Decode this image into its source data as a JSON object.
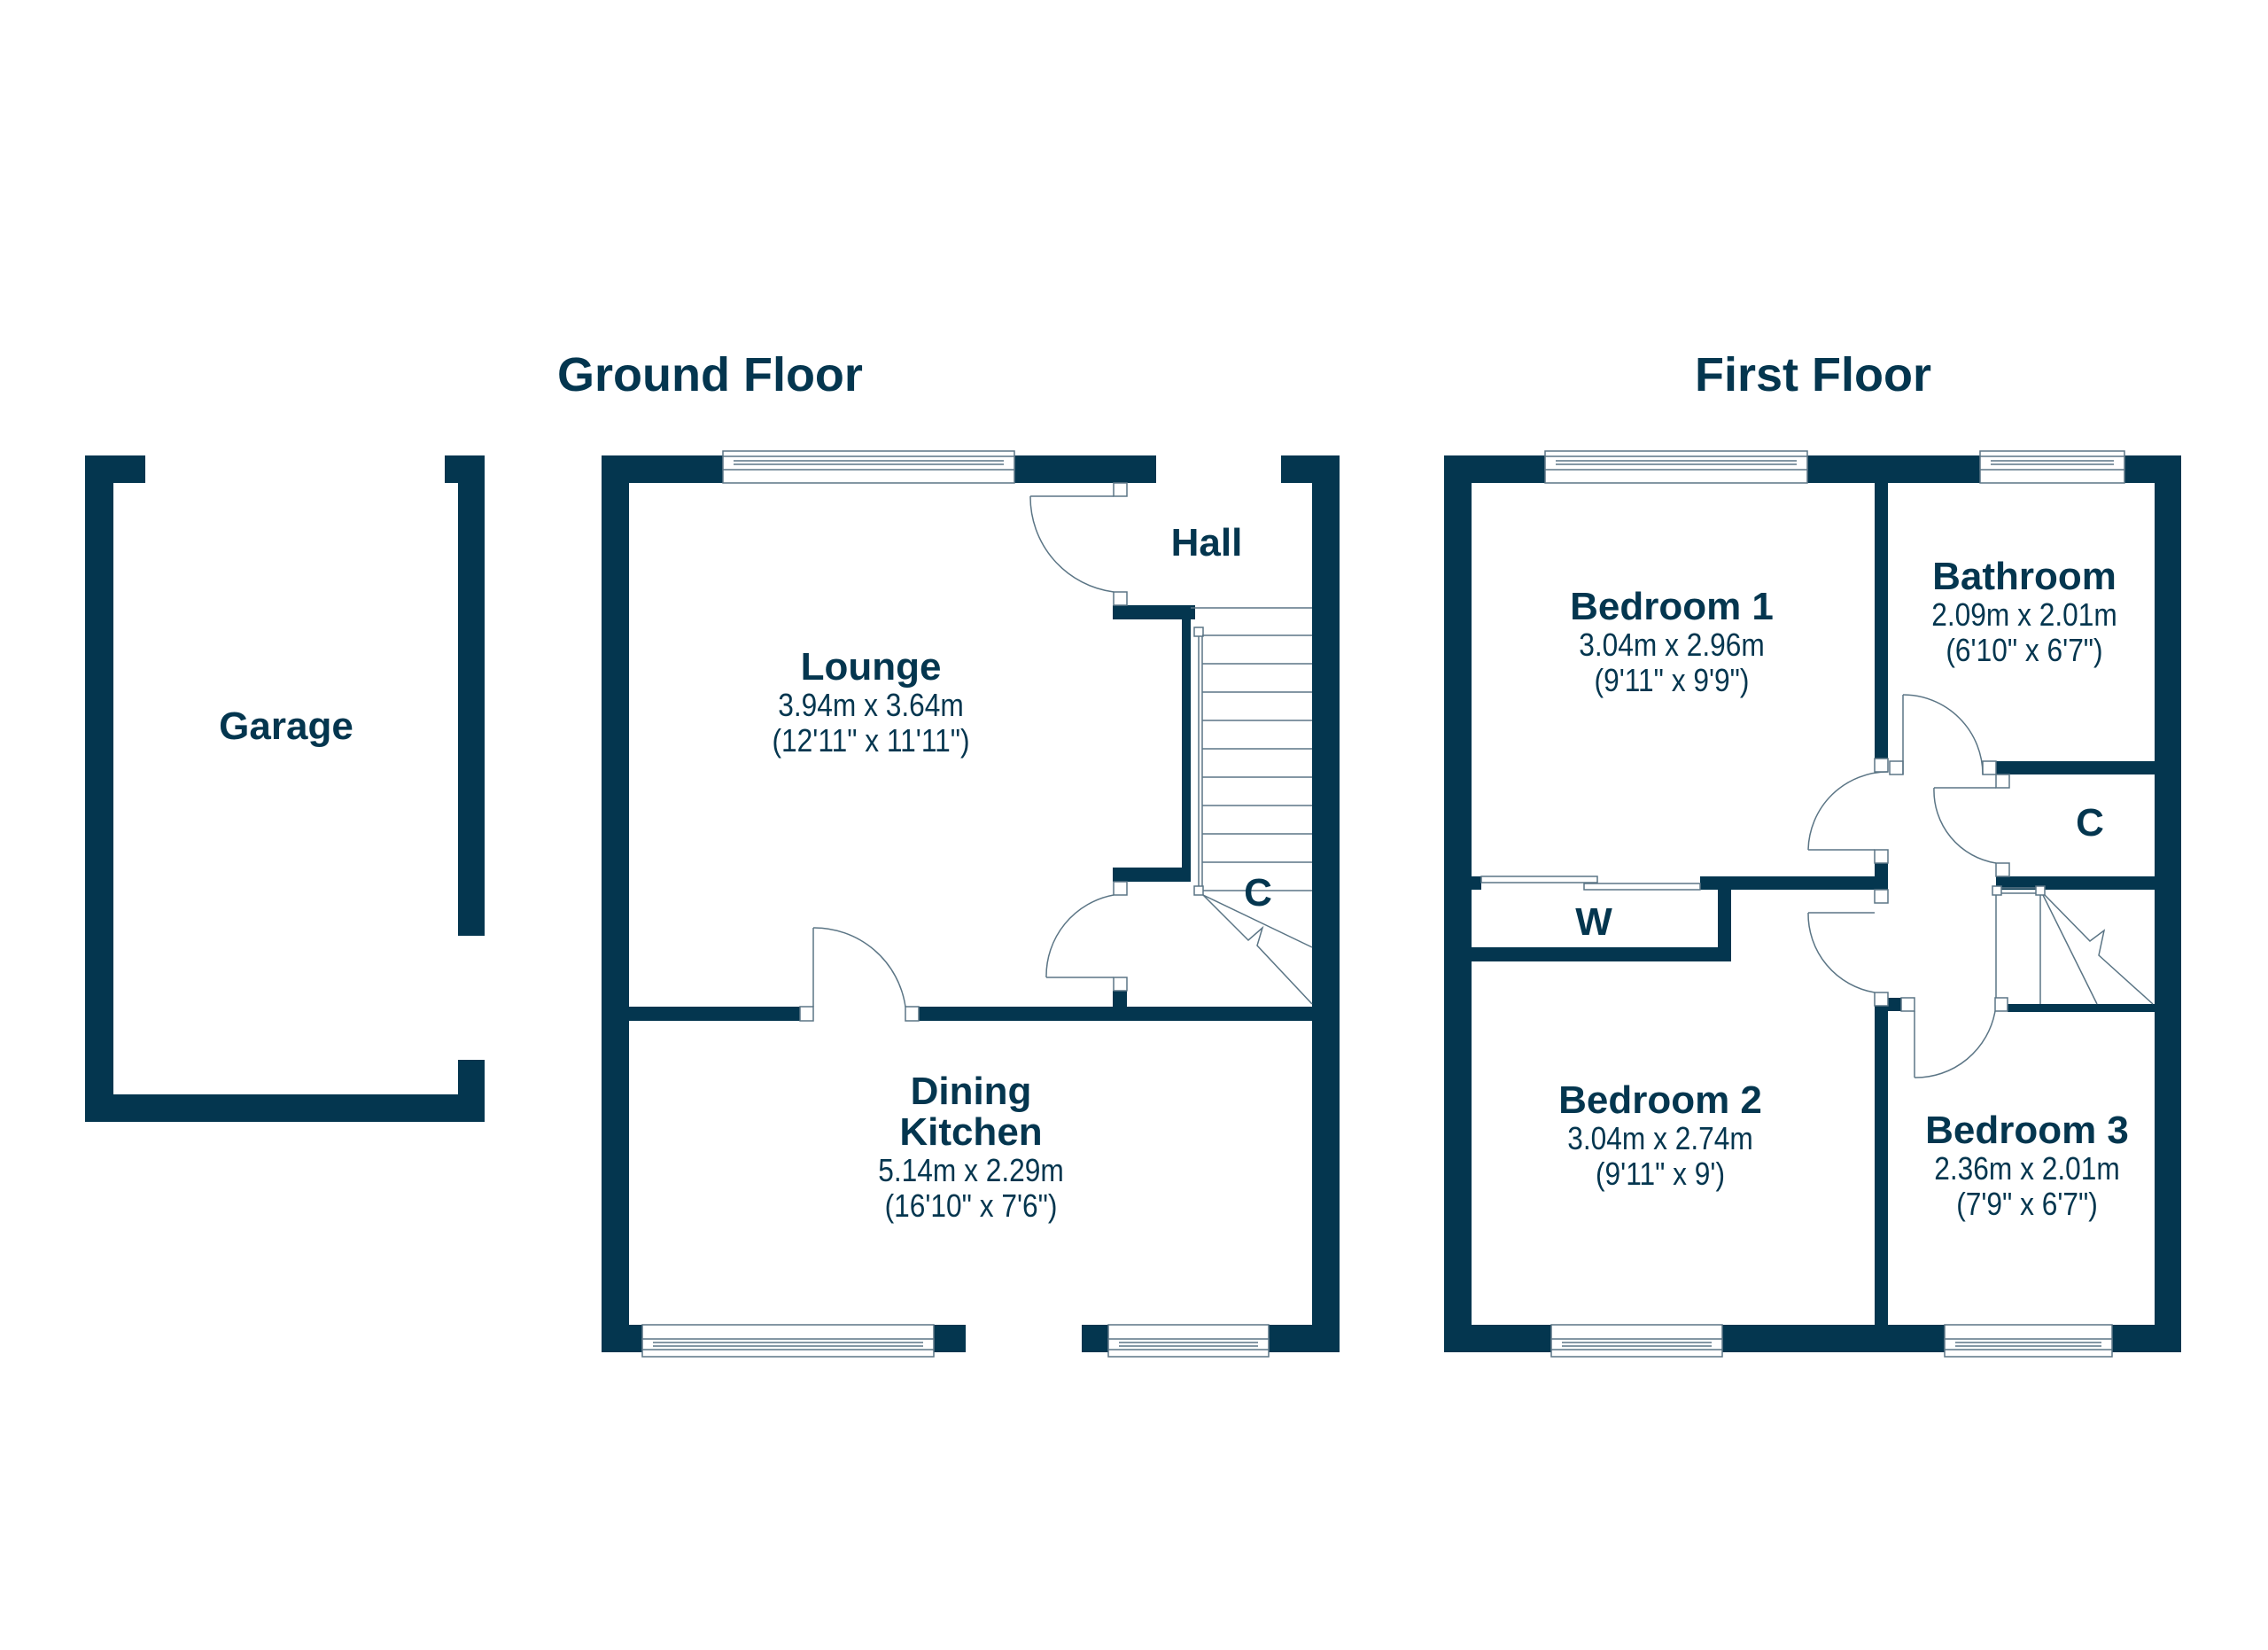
{
  "colors": {
    "wall": "#04364f",
    "line": "#5b7585",
    "background": "#ffffff"
  },
  "floors": {
    "ground": {
      "title": "Ground Floor",
      "rooms": {
        "garage": {
          "name": "Garage"
        },
        "hall": {
          "name": "Hall"
        },
        "lounge": {
          "name": "Lounge",
          "metric": "3.94m x 3.64m",
          "imperial": "(12'11\" x 11'11\")"
        },
        "cupboard": {
          "name": "C"
        },
        "dining_kitchen": {
          "name_line1": "Dining",
          "name_line2": "Kitchen",
          "metric": "5.14m x 2.29m",
          "imperial": "(16'10\" x 7'6\")"
        }
      }
    },
    "first": {
      "title": "First Floor",
      "rooms": {
        "bedroom1": {
          "name": "Bedroom 1",
          "metric": "3.04m x 2.96m",
          "imperial": "(9'11\" x 9'9\")"
        },
        "bathroom": {
          "name": "Bathroom",
          "metric": "2.09m x 2.01m",
          "imperial": "(6'10\" x 6'7\")"
        },
        "cupboard": {
          "name": "C"
        },
        "wardrobe": {
          "name": "W"
        },
        "bedroom2": {
          "name": "Bedroom 2",
          "metric": "3.04m x 2.74m",
          "imperial": "(9'11\" x 9')"
        },
        "bedroom3": {
          "name": "Bedroom 3",
          "metric": "2.36m x 2.01m",
          "imperial": "(7'9\" x 6'7\")"
        }
      }
    }
  }
}
